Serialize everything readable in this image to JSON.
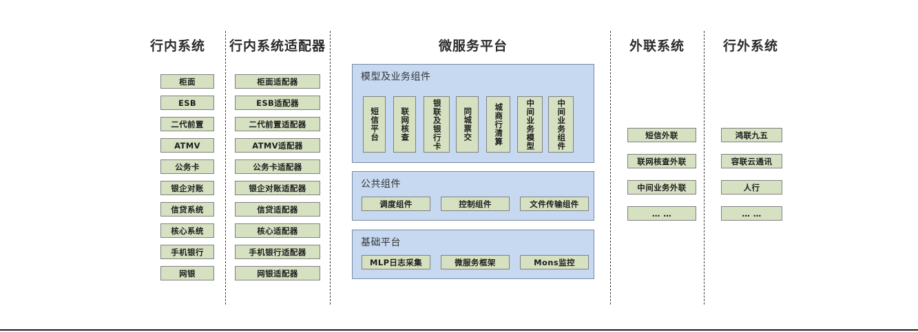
{
  "diagram": {
    "type": "architecture-layer-diagram",
    "columns": [
      {
        "id": "inbank",
        "title": "行内系统",
        "items": [
          "柜面",
          "ESB",
          "二代前置",
          "ATMV",
          "公务卡",
          "银企对账",
          "信贷系统",
          "核心系统",
          "手机银行",
          "网银"
        ]
      },
      {
        "id": "inbank-adapter",
        "title": "行内系统适配器",
        "items": [
          "柜面适配器",
          "ESB适配器",
          "二代前置适配器",
          "ATMV适配器",
          "公务卡适配器",
          "银企对账适配器",
          "信贷适配器",
          "核心适配器",
          "手机银行适配器",
          "网银适配器"
        ]
      },
      {
        "id": "microservice-platform",
        "title": "微服务平台",
        "panels": [
          {
            "id": "model-business-components",
            "title": "模型及业务组件",
            "orientation": "vertical",
            "items": [
              "短信平台",
              "联网核查",
              "银联及银行卡",
              "同城票交",
              "城商行清算",
              "中间业务模型",
              "中间业务组件"
            ]
          },
          {
            "id": "public-components",
            "title": "公共组件",
            "orientation": "horizontal",
            "items": [
              "调度组件",
              "控制组件",
              "文件传输组件"
            ]
          },
          {
            "id": "base-platform",
            "title": "基础平台",
            "orientation": "horizontal",
            "items": [
              "MLP日志采集",
              "微服务框架",
              "Mons监控"
            ]
          }
        ]
      },
      {
        "id": "external-link",
        "title": "外联系统",
        "items": [
          "短信外联",
          "联网核查外联",
          "中间业务外联",
          "… …"
        ]
      },
      {
        "id": "outbank",
        "title": "行外系统",
        "items": [
          "鸿联九五",
          "容联云通讯",
          "人行",
          "… …"
        ]
      }
    ],
    "colors": {
      "node_fill": "#d6e1c1",
      "node_border": "#7f7f7f",
      "panel_fill": "#c6d9f0",
      "panel_border": "#7489a3",
      "divider": "#3b3b3b",
      "title_text": "#2b2b2b",
      "panel_title_text": "#333333",
      "background": "#ffffff"
    }
  }
}
